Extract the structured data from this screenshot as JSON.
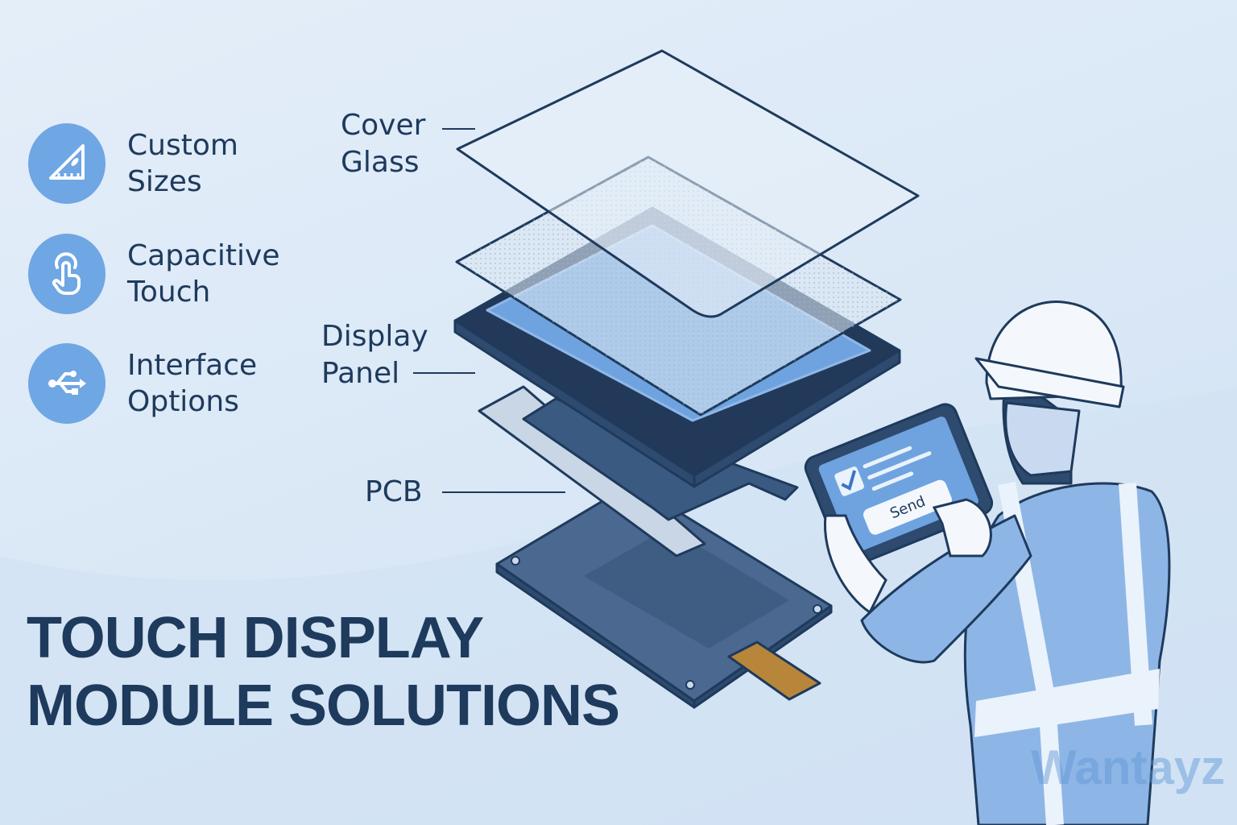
{
  "features": [
    {
      "label": "Custom\nSizes",
      "icon": "set-square-ruler-icon"
    },
    {
      "label": "Capacitive\nTouch",
      "icon": "touch-finger-icon"
    },
    {
      "label": "Interface\nOptions",
      "icon": "usb-icon"
    }
  ],
  "callouts": {
    "cover_glass": "Cover\nGlass",
    "display_panel": "Display\nPanel",
    "pcb": "PCB"
  },
  "title": {
    "line1": "TOUCH DISPLAY",
    "line2": "MODULE SOLUTIONS"
  },
  "tablet": {
    "send_button": "Send"
  },
  "watermark": "Wantayz",
  "colors": {
    "accent": "#6fa6e4",
    "dark": "#1e3a5c",
    "panel": "#2e4a6e",
    "screen": "#6fa3df",
    "connector": "#b8863a"
  }
}
